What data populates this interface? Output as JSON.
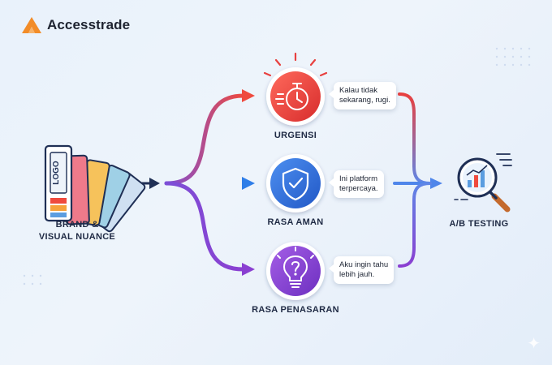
{
  "brand": {
    "name": "Accesstrade",
    "color": "#f28c28"
  },
  "diagram": {
    "source": {
      "label_line1": "BRAND &",
      "label_line2": "VISUAL NUANCE",
      "swatch_text": "LOGO",
      "icon": "color-palette-icon"
    },
    "branches": [
      {
        "label": "URGENSI",
        "icon": "stopwatch-icon",
        "color": "#e8403f",
        "bubble_line1": "Kalau tidak",
        "bubble_line2": "sekarang, rugi."
      },
      {
        "label": "RASA AMAN",
        "icon": "shield-check-icon",
        "color": "#2f73dd",
        "bubble_line1": "Ini platform",
        "bubble_line2": "terpercaya."
      },
      {
        "label": "RASA PENASARAN",
        "icon": "lightbulb-question-icon",
        "color": "#8a3fd1",
        "bubble_line1": "Aku ingin tahu",
        "bubble_line2": "lebih jauh."
      }
    ],
    "target": {
      "label": "A/B TESTING",
      "icon": "magnifier-chart-icon",
      "color": "#1f3a6b"
    }
  }
}
